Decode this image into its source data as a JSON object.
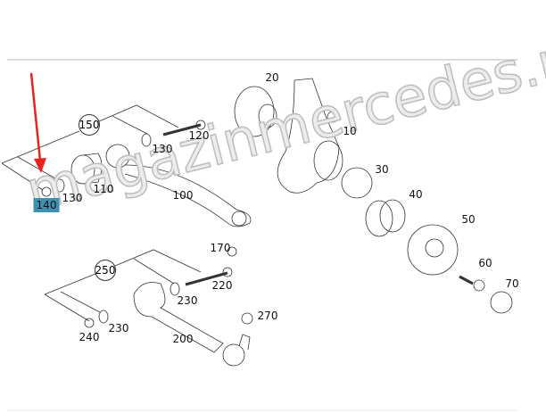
{
  "diagram": {
    "watermark": "magazinmercedes.ru",
    "highlight_color": "#3f8fb0",
    "arrow_color": "#e8231e",
    "highlighted_part": "140",
    "labels": {
      "p10": "10",
      "p20": "20",
      "p30": "30",
      "p40": "40",
      "p50": "50",
      "p60": "60",
      "p70": "70",
      "p100": "100",
      "p110": "110",
      "p120": "120",
      "p130a": "130",
      "p130b": "130",
      "p140": "140",
      "p150": "150",
      "p170": "170",
      "p200": "200",
      "p220": "220",
      "p230a": "230",
      "p230b": "230",
      "p240": "240",
      "p250": "250",
      "p270": "270"
    }
  }
}
